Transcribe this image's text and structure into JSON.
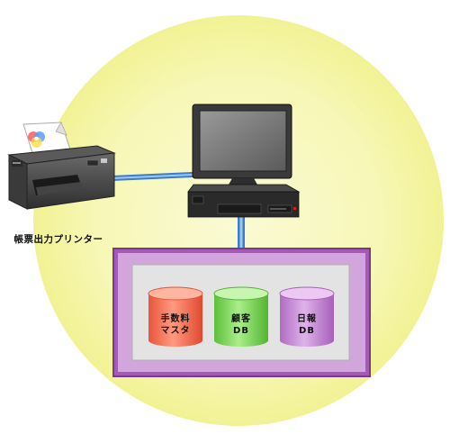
{
  "background_circle_color": "#f6f6a8",
  "printer": {
    "label": "帳票出力プリンター",
    "icon": "printer-icon"
  },
  "computer": {
    "icon": "desktop-computer-icon"
  },
  "server": {
    "fill_color": "#c58fd0",
    "panel_color": "#e6e6e6"
  },
  "databases": [
    {
      "line1": "手数料",
      "line2": "マスタ",
      "color": "#f26d50"
    },
    {
      "line1": "顧客",
      "line2": "DB",
      "color": "#7ed857"
    },
    {
      "line1": "日報",
      "line2": "DB",
      "color": "#c586d2"
    }
  ],
  "connection_color": "#4a8fd6"
}
